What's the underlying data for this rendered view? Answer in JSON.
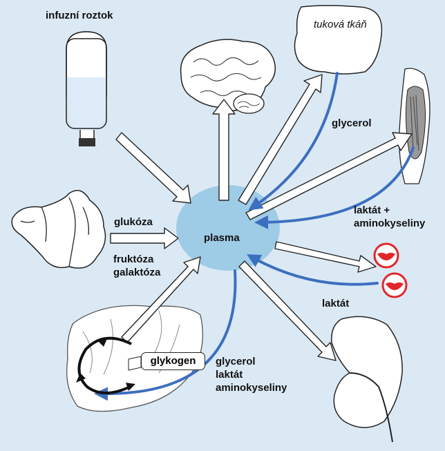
{
  "labels": {
    "infusion": "infuzní roztok",
    "adipose": "tuková tkáň",
    "glycerol_top": "glycerol",
    "lactate_amino": [
      "laktát +",
      "aminokyseliny"
    ],
    "glucose": "glukóza",
    "fructose_galactose": [
      "fruktóza",
      "galaktóza"
    ],
    "plasma": "plasma",
    "lactate": "laktát",
    "glycogen": "glykogen",
    "liver_outputs": [
      "glycerol",
      "laktát",
      "aminokyseliny"
    ]
  },
  "colors": {
    "background": "#dbe9f4",
    "plasma": "#9ecbe6",
    "blue_arrow": "#3d6fbf",
    "red_cell": "#e2262a"
  }
}
